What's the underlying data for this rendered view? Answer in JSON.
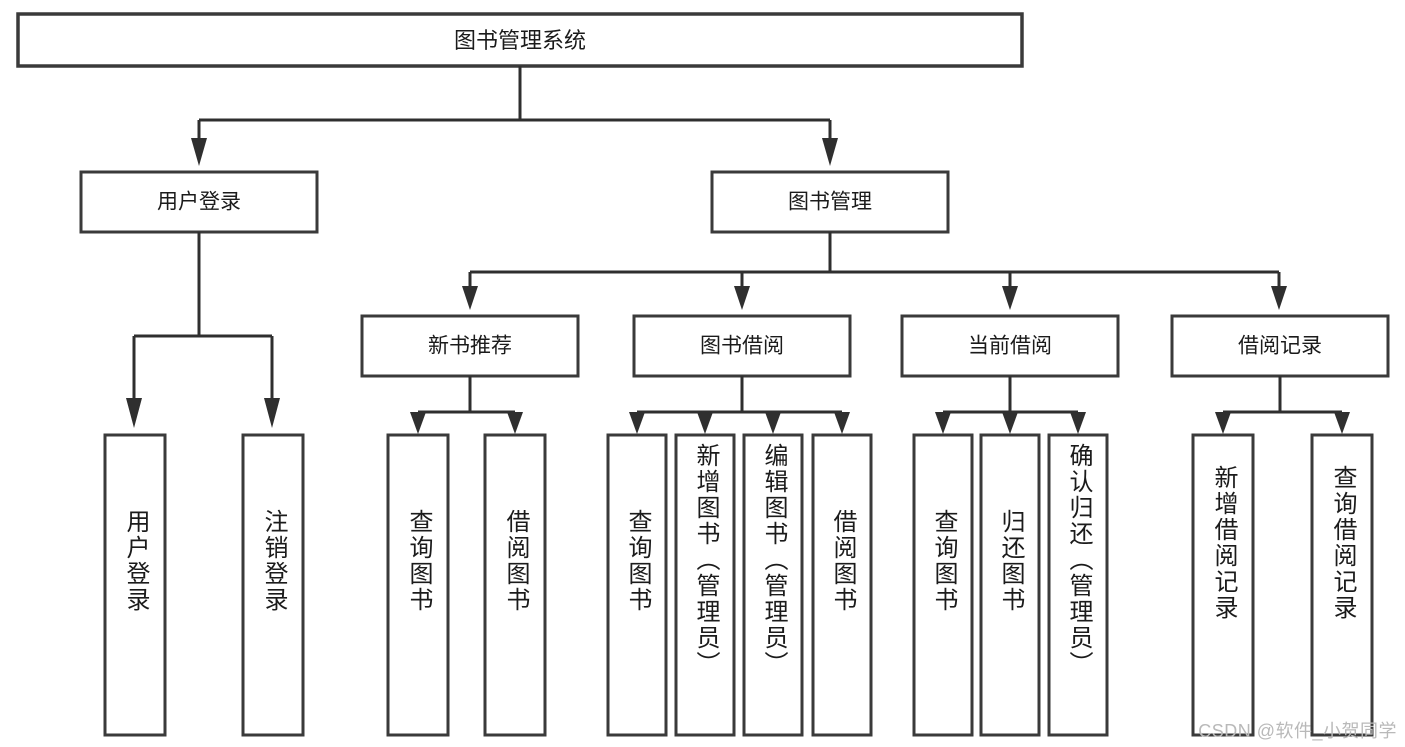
{
  "diagram": {
    "type": "tree",
    "orientation": "top-down",
    "title": "图书管理系统",
    "colors": {
      "background": "#ffffff",
      "box_stroke": "#3a3a3a",
      "line": "#2f2f2f",
      "text": "#1b1b1b",
      "watermark": "#b9b9b9"
    },
    "root": {
      "label": "图书管理系统",
      "level": 0
    },
    "level1": [
      {
        "label": "用户登录"
      },
      {
        "label": "图书管理"
      }
    ],
    "level2": [
      {
        "label": "新书推荐"
      },
      {
        "label": "图书借阅"
      },
      {
        "label": "当前借阅"
      },
      {
        "label": "借阅记录"
      }
    ],
    "groups": [
      {
        "parent": "用户登录",
        "leaves": [
          "用户登录",
          "注销登录"
        ]
      },
      {
        "parent": "新书推荐",
        "leaves": [
          "查询图书",
          "借阅图书"
        ]
      },
      {
        "parent": "图书借阅",
        "leaves": [
          "查询图书",
          "新增图书（管理员）",
          "编辑图书（管理员）",
          "借阅图书"
        ]
      },
      {
        "parent": "当前借阅",
        "leaves": [
          "查询图书",
          "归还图书",
          "确认归还（管理员）"
        ]
      },
      {
        "parent": "借阅记录",
        "leaves": [
          "新增借阅记录",
          "查询借阅记录"
        ]
      }
    ]
  },
  "watermark": {
    "text": "CSDN @软件_小贺同学"
  }
}
